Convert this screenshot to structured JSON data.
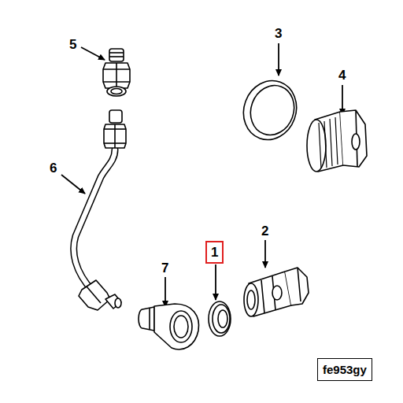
{
  "diagram": {
    "nodes": [
      {
        "text": [
          "1"
        ]
      },
      {
        "text": [
          "fe953gy"
        ]
      }
    ],
    "labels": [
      "5",
      "3",
      "4",
      "6",
      "7",
      "2"
    ]
  }
}
